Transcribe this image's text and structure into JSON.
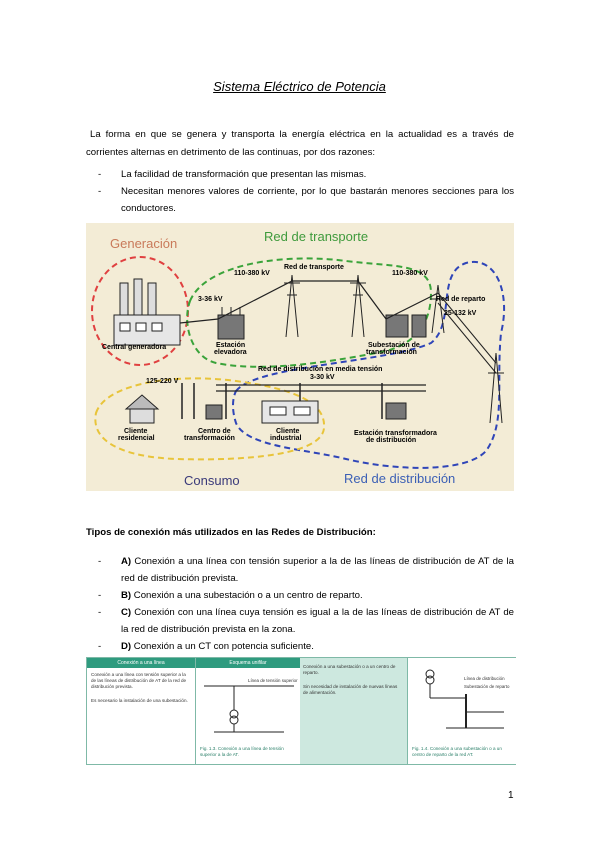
{
  "title": "Sistema Eléctrico de Potencia",
  "intro": "La forma en que se genera y transporta la energía eléctrica en la actualidad es a través de corrientes alternas en detrimento de las continuas, por dos razones:",
  "reasons": [
    "La facilidad de transformación que presentan las mismas.",
    "Necesitan menores valores de corriente, por lo que bastarán menores secciones para los conductores."
  ],
  "diagram": {
    "zones": {
      "generacion": "Generación",
      "transporte": "Red de transporte",
      "consumo": "Consumo",
      "distribucion": "Red de distribución"
    },
    "labels": {
      "red_transporte": "Red de transporte",
      "v_110_380_a": "110-380 kV",
      "v_110_380_b": "110-380 kV",
      "v_3_36": "3-36 kV",
      "red_reparto": "Red de reparto",
      "v_25_132": "25-132 kV",
      "central": "Central generadora",
      "estacion_elevadora_1": "Estación",
      "estacion_elevadora_2": "elevadora",
      "subestacion_1": "Subestación de",
      "subestacion_2": "transformación",
      "media_tension_1": "Red de distribución en media tensión",
      "media_tension_2": "3-30 kV",
      "v_125_220": "125-220 V",
      "cliente_res_1": "Cliente",
      "cliente_res_2": "residencial",
      "centro_transf_1": "Centro de",
      "centro_transf_2": "transformación",
      "cliente_ind_1": "Cliente",
      "cliente_ind_2": "industrial",
      "estacion_transf_1": "Estación transformadora",
      "estacion_transf_2": "de distribución"
    }
  },
  "subhead": "Tipos de conexión más utilizados en las Redes de Distribución:",
  "connections": [
    {
      "letter": "A)",
      "text": "Conexión a una línea con tensión superior a la de las líneas de distribución de AT de la red de distribución prevista."
    },
    {
      "letter": "B)",
      "text": "Conexión a una subestación o a un centro de reparto."
    },
    {
      "letter": "C)",
      "text": "Conexión con una línea cuya tensión es igual a la de las líneas de distribución de AT de la red de distribución prevista en la zona."
    },
    {
      "letter": "D)",
      "text": "Conexión a un CT con potencia suficiente."
    }
  ],
  "figure": {
    "head_1": "Conexión a una línea",
    "head_2": "Esquema unifilar",
    "text_1": "Conexión a una línea con tensión superior a la de las líneas de distribución de AT de la red de distribución prevista.",
    "text_2": "Es necesario la instalación de una subestación.",
    "caption_1": "Fig. 1.3. Conexión a una línea de tensión superior a la de AT.",
    "text_3": "Conexión a una subestación o a un centro de reparto.",
    "text_4": "Sin necesidad de instalación de nuevas líneas de alimentación.",
    "caption_2": "Fig. 1.4. Conexión a una subestación o a un centro de reparto de la red AT.",
    "label_1": "Línea de tensión superior",
    "label_2": "Línea de distribución",
    "label_3": "Subestación de reparto"
  },
  "page_number": "1"
}
